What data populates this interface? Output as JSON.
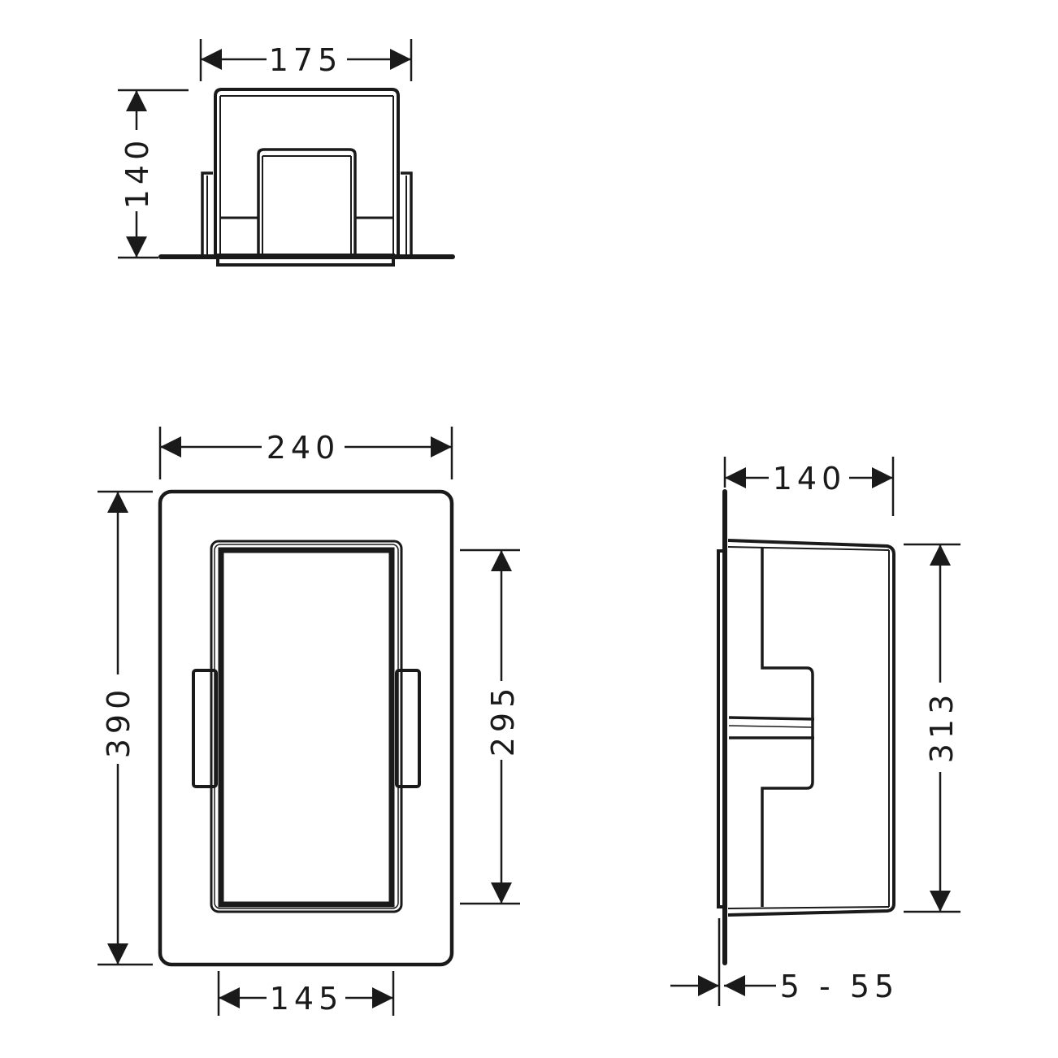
{
  "drawing": {
    "top_view": {
      "width_label": "175",
      "height_label": "140"
    },
    "front_view": {
      "overall_width_label": "240",
      "overall_height_label": "390",
      "opening_height_label": "295",
      "opening_width_label": "145"
    },
    "side_view": {
      "depth_label": "140",
      "body_height_label": "313",
      "wall_thickness_label": "5 - 55"
    },
    "colors": {
      "line": "#1a1a1a",
      "background": "#ffffff"
    }
  }
}
